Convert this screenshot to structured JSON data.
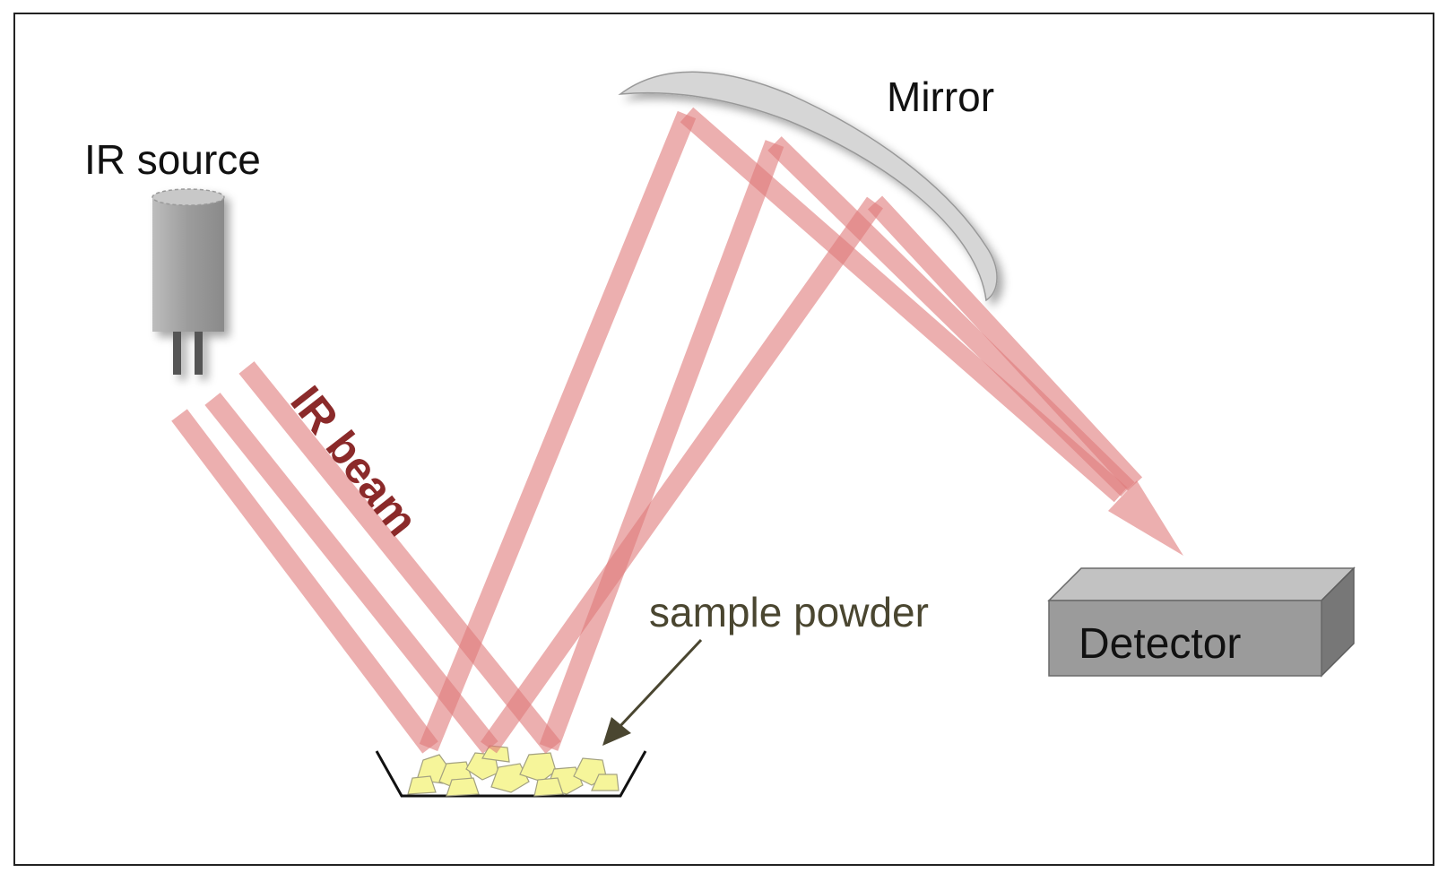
{
  "labels": {
    "ir_source": "IR source",
    "ir_beam": "IR beam",
    "mirror": "Mirror",
    "sample_powder": "sample powder",
    "detector": "Detector"
  },
  "colors": {
    "beam": "#e07a7a",
    "beam_label": "#8b2a2a",
    "mirror_fill": "#d6d6d6",
    "detector_front": "#9b9b9b",
    "detector_top": "#c2c2c2",
    "detector_side": "#777777",
    "source_body": "#a0a0a0",
    "powder": "#f6f59a",
    "arrow": "#4a4630",
    "sample_label": "#4a4630",
    "frame": "#222222"
  }
}
